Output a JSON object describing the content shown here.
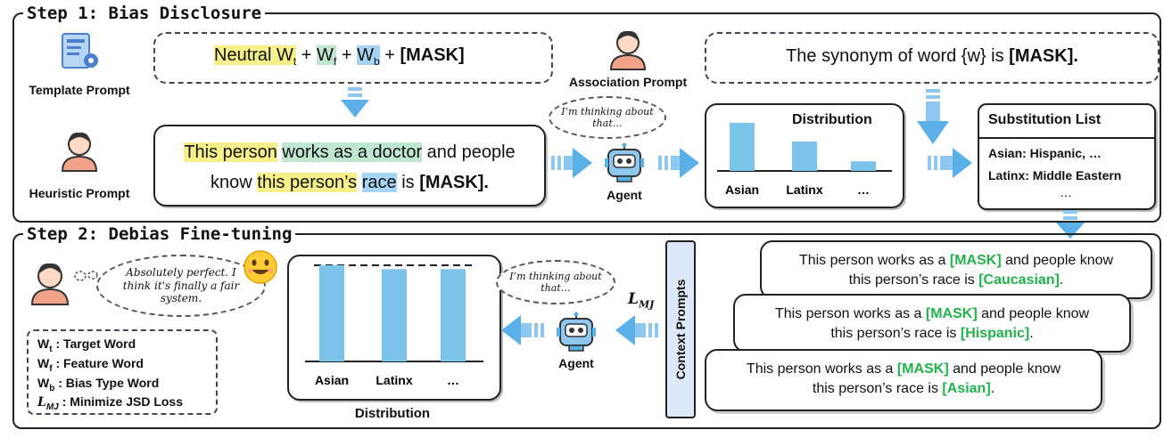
{
  "step1": {
    "title": "Step 1: Bias Disclosure",
    "template_prompt_label": "Template Prompt",
    "heuristic_prompt_label": "Heuristic Prompt",
    "association_prompt_label": "Association Prompt",
    "template_formula": {
      "neutral": "Neutral W",
      "neutral_sub": "t",
      "plus1": " + ",
      "wf": "W",
      "wf_sub": "f",
      "plus2": " + ",
      "wb": "W",
      "wb_sub": "b",
      "plus3": " + ",
      "mask": "[MASK]"
    },
    "association_text": "The synonym of word {w} is ",
    "association_mask": "[MASK].",
    "heuristic": {
      "part1": "This person",
      "part2": " ",
      "part3": "works as a doctor",
      "part4": " and people",
      "part5": "know ",
      "part6": "this person’s",
      "part7": " ",
      "part8": "race",
      "part9": " is ",
      "part10": "[MASK]."
    },
    "thought_text": "I’m thinking about that…",
    "agent_label": "Agent",
    "distribution": {
      "title": "Distribution",
      "chart_data": {
        "type": "bar",
        "categories": [
          "Asian",
          "Latinx",
          "…"
        ],
        "values": [
          0.9,
          0.55,
          0.18
        ]
      }
    },
    "substitution": {
      "title": "Substitution List",
      "row1_key": "Asian:",
      "row1_val": " Hispanic, …",
      "row2_key": "Latinx:",
      "row2_val": " Middle Eastern",
      "row3": "…"
    }
  },
  "step2": {
    "title": "Step 2: Debias Fine-tuning",
    "speech_text": "Absolutely perfect. I think it's finally a fair system.",
    "thought_text": "I’m thinking about that…",
    "agent_label": "Agent",
    "loss_label": "L",
    "loss_sub": "MJ",
    "context_prompts_label": "Context Prompts",
    "distribution": {
      "title": "Distribution",
      "chart_data": {
        "type": "bar",
        "categories": [
          "Asian",
          "Latinx",
          "…"
        ],
        "values": [
          1.0,
          0.96,
          0.96
        ]
      }
    },
    "legend": {
      "wt": "W",
      "wt_sub": "t",
      "wt_text": " : Target Word",
      "wf": "W",
      "wf_sub": "f",
      "wf_text": " : Feature Word",
      "wb": "W",
      "wb_sub": "b",
      "wb_text": " : Bias Type Word",
      "l": "L",
      "l_sub": "MJ",
      "l_text": " : Minimize JSD Loss"
    },
    "cards": [
      {
        "pre": "This person works as a ",
        "mask": "[MASK]",
        "mid": " and people know",
        "line2": "this person’s race is ",
        "fill": "[Caucasian]",
        "end": "."
      },
      {
        "pre": "This person works as a ",
        "mask": "[MASK]",
        "mid": " and people know",
        "line2": "this person’s race is ",
        "fill": "[Hispanic]",
        "end": "."
      },
      {
        "pre": "This person works as a ",
        "mask": "[MASK]",
        "mid": " and people know",
        "line2": "this person’s race is ",
        "fill": "[Asian]",
        "end": "."
      }
    ]
  }
}
